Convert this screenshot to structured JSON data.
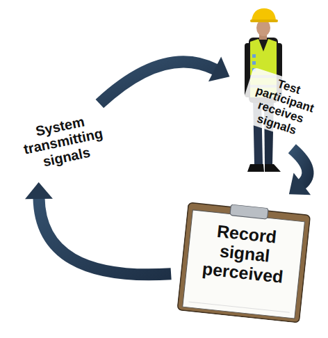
{
  "diagram": {
    "nodes": [
      {
        "text": [
          "System transmitting signals"
        ]
      },
      {
        "text": [
          "Test participant receives signals"
        ]
      },
      {
        "text": [
          "Record signal perceived"
        ]
      }
    ],
    "edges": [
      {
        "from": 0,
        "to": 1,
        "arrow": "to"
      },
      {
        "from": 1,
        "to": 2,
        "arrow": "to"
      },
      {
        "from": 2,
        "to": 0,
        "arrow": "to"
      }
    ]
  }
}
